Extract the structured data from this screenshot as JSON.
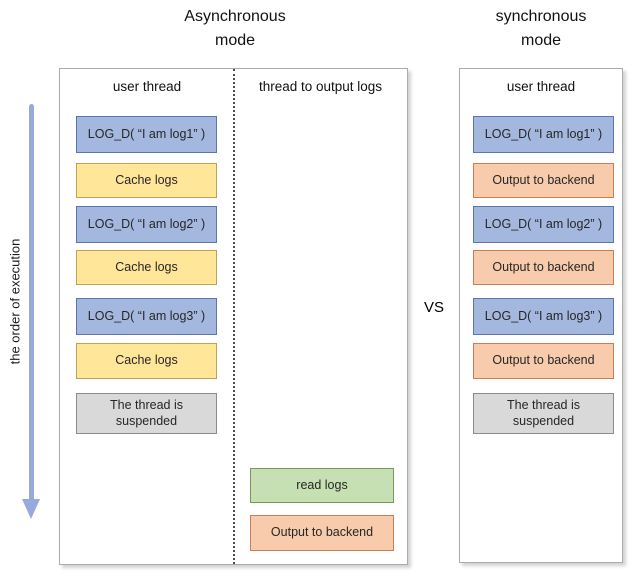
{
  "titles": {
    "async_line1": "Asynchronous",
    "async_line2": "mode",
    "sync_line1": "synchronous",
    "sync_line2": "mode"
  },
  "vs_label": "VS",
  "execution_arrow_label": "the order of execution",
  "async_panel": {
    "user_header": "user thread",
    "output_header": "thread to output logs",
    "user_boxes": [
      {
        "label": "LOG_D( “I am log1” )",
        "type": "log"
      },
      {
        "label": "Cache logs",
        "type": "cache"
      },
      {
        "label": "LOG_D( “I am log2” )",
        "type": "log"
      },
      {
        "label": "Cache logs",
        "type": "cache"
      },
      {
        "label": "LOG_D( “I am log3” )",
        "type": "log"
      },
      {
        "label": "Cache logs",
        "type": "cache"
      },
      {
        "label": "The thread is suspended",
        "type": "suspended"
      }
    ],
    "output_boxes": [
      {
        "label": "read logs",
        "type": "read"
      },
      {
        "label": "Output to backend",
        "type": "output"
      }
    ]
  },
  "sync_panel": {
    "user_header": "user thread",
    "boxes": [
      {
        "label": "LOG_D( “I am log1” )",
        "type": "log"
      },
      {
        "label": "Output to backend",
        "type": "output"
      },
      {
        "label": "LOG_D( “I am log2” )",
        "type": "log"
      },
      {
        "label": "Output to backend",
        "type": "output"
      },
      {
        "label": "LOG_D( “I am log3” )",
        "type": "log"
      },
      {
        "label": "Output to backend",
        "type": "output"
      },
      {
        "label": "The thread is suspended",
        "type": "suspended"
      }
    ]
  },
  "colors": {
    "log_fill": "#A4B8DF",
    "log_border": "#5B75AE",
    "cache_fill": "#FFE699",
    "cache_border": "#C0A055",
    "read_fill": "#C6E0B4",
    "read_border": "#79985B",
    "output_fill": "#F8CBAD",
    "output_border": "#C97C56",
    "suspended_fill": "#D9D9D9",
    "suspended_border": "#8C8C8C",
    "arrow": "#96ABDC"
  }
}
